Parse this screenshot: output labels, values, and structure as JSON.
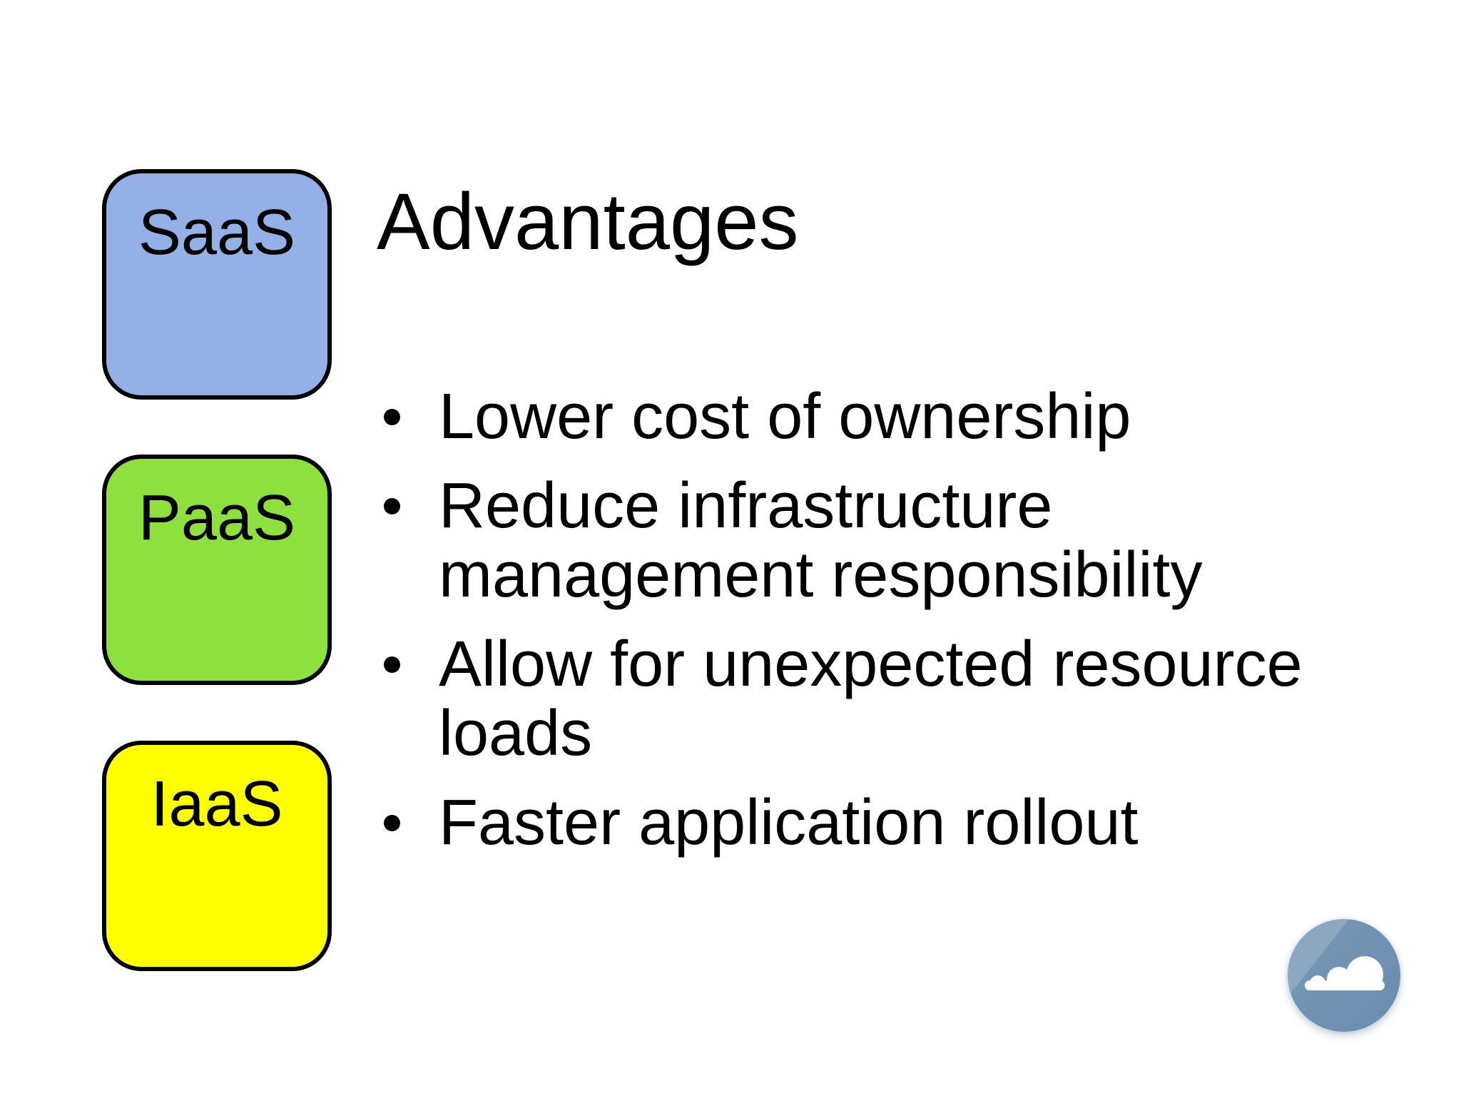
{
  "slide": {
    "title": "Advantages",
    "bullets": [
      "Lower cost of ownership",
      "Reduce infrastructure management responsibility",
      "Allow for unexpected resource loads",
      "Faster application rollout"
    ],
    "stack": [
      {
        "label": "SaaS",
        "color": "#93b1e6"
      },
      {
        "label": "PaaS",
        "color": "#8ee03f"
      },
      {
        "label": "IaaS",
        "color": "#ffff00"
      }
    ],
    "stack_border_color": "#000000",
    "text_color": "#000000",
    "background_color": "#ffffff",
    "logo": {
      "icon": "cloud-icon",
      "circle_color": "#7494b3",
      "highlight_color": "#8ca8c1",
      "cloud_color": "#ffffff"
    }
  }
}
